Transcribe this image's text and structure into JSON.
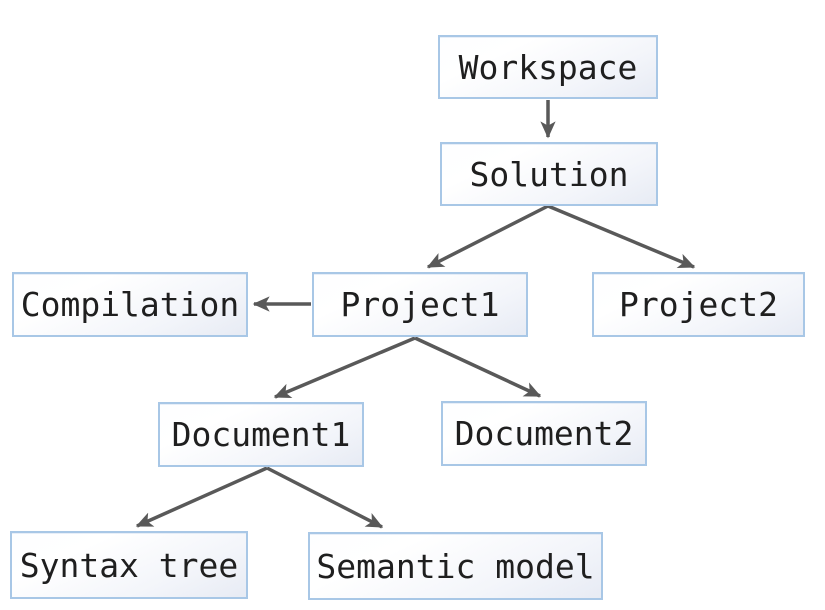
{
  "diagram": {
    "type": "tree",
    "nodes": [
      {
        "id": "workspace",
        "label": "Workspace"
      },
      {
        "id": "solution",
        "label": "Solution"
      },
      {
        "id": "compilation",
        "label": "Compilation"
      },
      {
        "id": "project1",
        "label": "Project1"
      },
      {
        "id": "project2",
        "label": "Project2"
      },
      {
        "id": "document1",
        "label": "Document1"
      },
      {
        "id": "document2",
        "label": "Document2"
      },
      {
        "id": "syntax_tree",
        "label": "Syntax tree"
      },
      {
        "id": "semantic_model",
        "label": "Semantic model"
      }
    ],
    "edges": [
      {
        "from": "workspace",
        "to": "solution"
      },
      {
        "from": "solution",
        "to": "project1"
      },
      {
        "from": "solution",
        "to": "project2"
      },
      {
        "from": "project1",
        "to": "compilation"
      },
      {
        "from": "project1",
        "to": "document1"
      },
      {
        "from": "project1",
        "to": "document2"
      },
      {
        "from": "document1",
        "to": "syntax_tree"
      },
      {
        "from": "document1",
        "to": "semantic_model"
      }
    ],
    "colors": {
      "background": "#ffffff",
      "box_border": "#a8c7e6",
      "box_fill_top": "#ffffff",
      "box_fill_bottom": "#e7ebf4",
      "arrow": "#595959",
      "text": "#1f1f1f"
    }
  }
}
